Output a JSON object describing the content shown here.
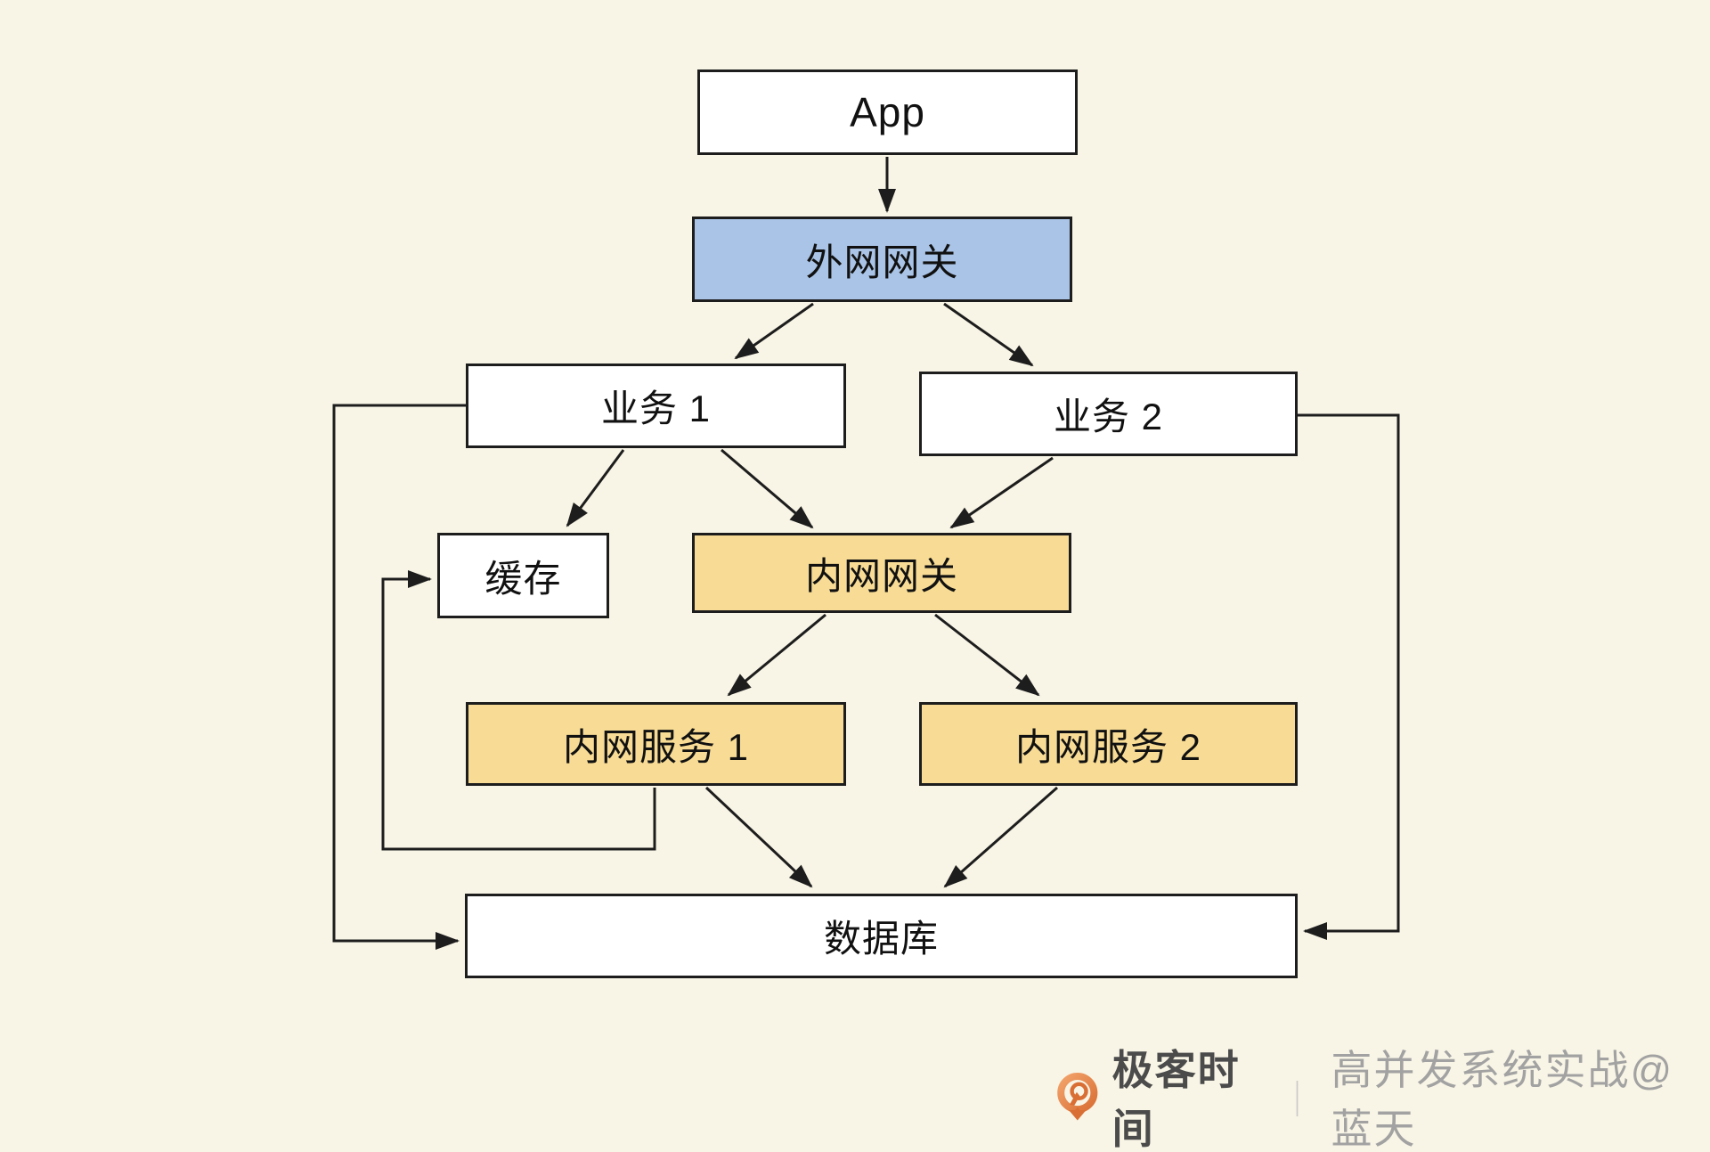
{
  "diagram": {
    "nodes": {
      "app": {
        "label": "App",
        "fill": "#ffffff"
      },
      "ext_gateway": {
        "label": "外网网关",
        "fill": "#a9c4e7"
      },
      "biz1": {
        "label": "业务 1",
        "fill": "#ffffff"
      },
      "biz2": {
        "label": "业务 2",
        "fill": "#ffffff"
      },
      "cache": {
        "label": "缓存",
        "fill": "#ffffff"
      },
      "int_gateway": {
        "label": "内网网关",
        "fill": "#f8dc95"
      },
      "svc1": {
        "label": "内网服务 1",
        "fill": "#f8dc95"
      },
      "svc2": {
        "label": "内网服务 2",
        "fill": "#f8dc95"
      },
      "db": {
        "label": "数据库",
        "fill": "#ffffff"
      }
    },
    "edges": [
      {
        "from": "app",
        "to": "ext_gateway"
      },
      {
        "from": "ext_gateway",
        "to": "biz1"
      },
      {
        "from": "ext_gateway",
        "to": "biz2"
      },
      {
        "from": "biz1",
        "to": "cache"
      },
      {
        "from": "biz1",
        "to": "int_gateway"
      },
      {
        "from": "biz2",
        "to": "int_gateway"
      },
      {
        "from": "int_gateway",
        "to": "svc1"
      },
      {
        "from": "int_gateway",
        "to": "svc2"
      },
      {
        "from": "svc1",
        "to": "db"
      },
      {
        "from": "svc2",
        "to": "db"
      },
      {
        "from": "biz1",
        "to": "db"
      },
      {
        "from": "biz2",
        "to": "db"
      },
      {
        "from": "svc1",
        "to": "cache"
      }
    ],
    "colors": {
      "background": "#f8f5e6",
      "border": "#1d1d1d",
      "arrow": "#1d1d1d",
      "gateway_blue": "#a9c4e7",
      "service_yellow": "#f8dc95"
    }
  },
  "footer": {
    "brand": "极客时间",
    "separator": "｜",
    "course": "高并发系统实战@蓝天",
    "logo_orange_light": "#f2a36b",
    "logo_orange_dark": "#d96f35"
  }
}
